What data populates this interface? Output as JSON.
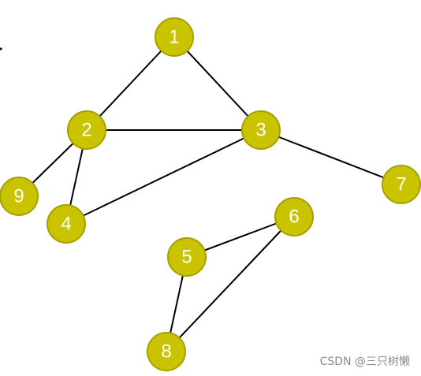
{
  "diagram": {
    "type": "undirected-graph",
    "node_fill": "#c9c300",
    "node_stroke": "#a5a000",
    "edge_color": "#000000",
    "nodes": [
      {
        "id": "1",
        "label": "1"
      },
      {
        "id": "2",
        "label": "2"
      },
      {
        "id": "3",
        "label": "3"
      },
      {
        "id": "4",
        "label": "4"
      },
      {
        "id": "5",
        "label": "5"
      },
      {
        "id": "6",
        "label": "6"
      },
      {
        "id": "7",
        "label": "7"
      },
      {
        "id": "8",
        "label": "8"
      },
      {
        "id": "9",
        "label": "9"
      }
    ],
    "edges": [
      {
        "from": "1",
        "to": "2"
      },
      {
        "from": "1",
        "to": "3"
      },
      {
        "from": "2",
        "to": "3"
      },
      {
        "from": "2",
        "to": "9"
      },
      {
        "from": "2",
        "to": "4"
      },
      {
        "from": "3",
        "to": "4"
      },
      {
        "from": "3",
        "to": "7"
      },
      {
        "from": "5",
        "to": "6"
      },
      {
        "from": "5",
        "to": "8"
      },
      {
        "from": "6",
        "to": "8"
      }
    ]
  },
  "watermark": {
    "text": "CSDN @三只树懒"
  }
}
